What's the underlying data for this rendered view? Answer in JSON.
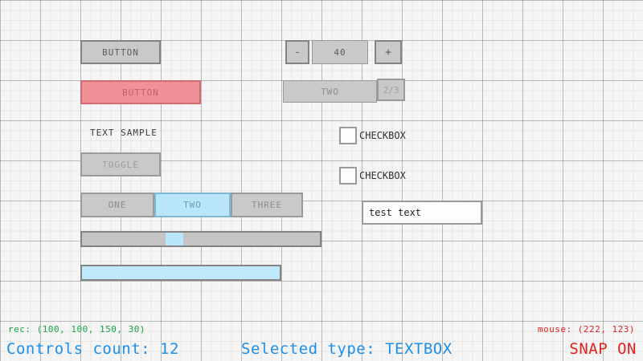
{
  "colors": {
    "background": "#f5f5f5",
    "control_fill": "#c9c9c9",
    "control_border": "#838383",
    "accent_blue": "#b9e6fb",
    "accent_blue_border": "#7eb9d4",
    "danger_pink": "#f09097",
    "status_green": "#17a24a",
    "status_blue": "#1d8fe8",
    "status_red": "#e42020"
  },
  "controls": {
    "button_plain": {
      "label": "BUTTON"
    },
    "button_pink": {
      "label": "BUTTON"
    },
    "text_sample": {
      "label": "TEXT SAMPLE"
    },
    "toggle": {
      "label": "TOGGLE"
    },
    "spinner": {
      "decrement_label": "-",
      "value": "40",
      "increment_label": "+"
    },
    "dropdown": {
      "selected": "TWO",
      "index_badge": "2/3"
    },
    "toggle_group": {
      "items": [
        {
          "label": "ONE",
          "active": false
        },
        {
          "label": "TWO",
          "active": true
        },
        {
          "label": "THREE",
          "active": false
        }
      ]
    },
    "slider": {
      "handle_position_pct": 38
    },
    "progress_bar": {
      "value_pct": 100
    },
    "checkboxes": [
      {
        "label": "CHECKBOX",
        "checked": false
      },
      {
        "label": "CHECKBOX",
        "checked": false
      }
    ],
    "textbox": {
      "value": "test text"
    }
  },
  "status_bar": {
    "rec": "rec: (100, 100, 150, 30)",
    "mouse": "mouse: (222, 123)",
    "controls_count": "Controls count: 12",
    "selected_type": "Selected type: TEXTBOX",
    "snap": "SNAP ON"
  }
}
